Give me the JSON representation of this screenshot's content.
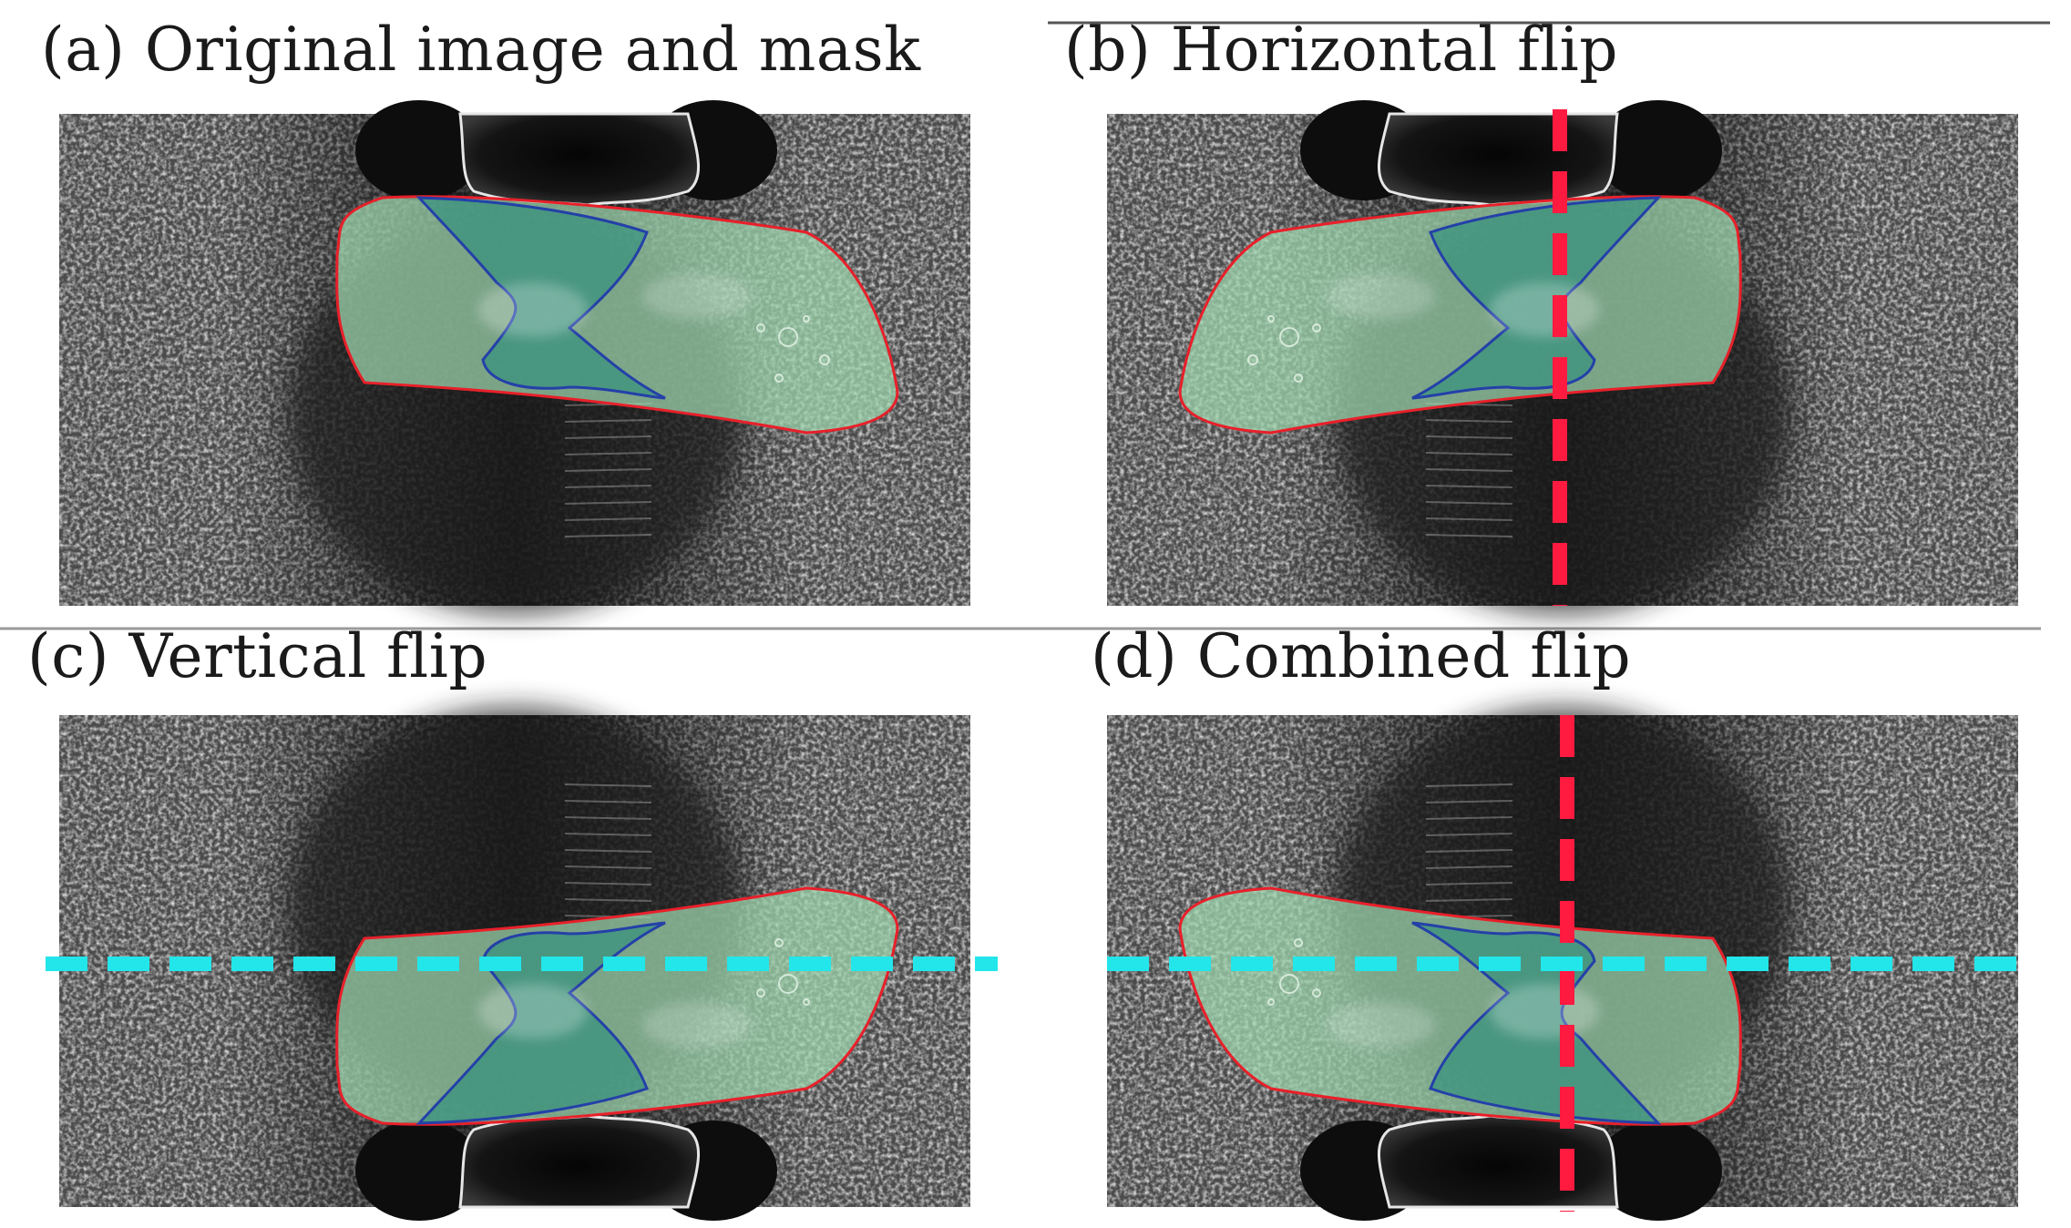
{
  "panels": [
    {
      "id": "a",
      "title": "(a) Original image and mask",
      "flip_horizontal": false,
      "flip_vertical": false
    },
    {
      "id": "b",
      "title": "(b) Horizontal flip",
      "flip_horizontal": true,
      "flip_vertical": false
    },
    {
      "id": "c",
      "title": "(c) Vertical flip",
      "flip_horizontal": false,
      "flip_vertical": true
    },
    {
      "id": "d",
      "title": "(d) Combined flip",
      "flip_horizontal": true,
      "flip_vertical": true
    }
  ],
  "colors": {
    "mask_outline": "#e8202a",
    "inner_outline": "#2440a8",
    "mask_fill": "#9fd8b0",
    "inner_fill": "#2f8f7c",
    "horizontal_flip_axis": "#ff1a40",
    "vertical_flip_axis": "#22e6ea",
    "separator": "#9a9a9a"
  }
}
